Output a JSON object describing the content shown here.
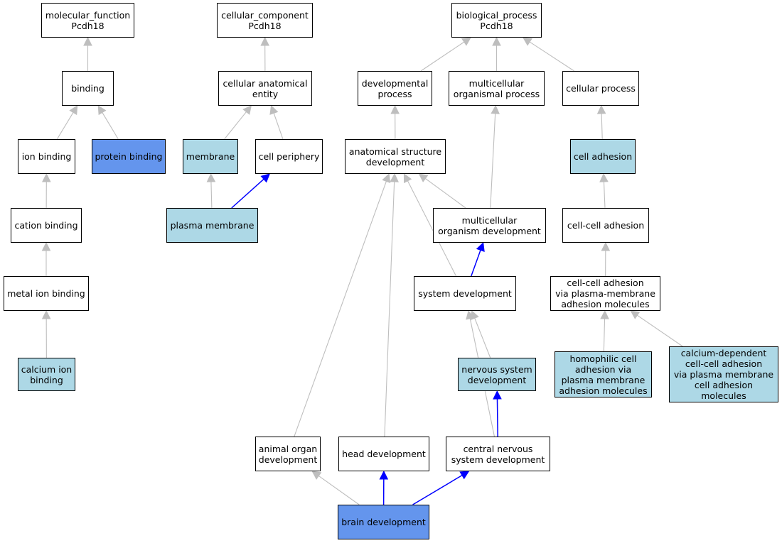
{
  "colors": {
    "gray_edge": "#bebebe",
    "blue_edge": "#0000ff",
    "highlight_light": "#add8e6",
    "highlight_dark": "#6495ed",
    "default_fill": "#ffffff"
  },
  "nodes": {
    "molecular_function": {
      "label": "molecular_function\nPcdh18",
      "style": "white"
    },
    "cellular_component": {
      "label": "cellular_component\nPcdh18",
      "style": "white"
    },
    "biological_process": {
      "label": "biological_process\nPcdh18",
      "style": "white"
    },
    "binding": {
      "label": "binding",
      "style": "white"
    },
    "cellular_anatomical_entity": {
      "label": "cellular anatomical\nentity",
      "style": "white"
    },
    "developmental_process": {
      "label": "developmental\nprocess",
      "style": "white"
    },
    "multicellular_organismal_process": {
      "label": "multicellular\norganismal process",
      "style": "white"
    },
    "cellular_process": {
      "label": "cellular process",
      "style": "white"
    },
    "ion_binding": {
      "label": "ion binding",
      "style": "white"
    },
    "protein_binding": {
      "label": "protein binding",
      "style": "dark"
    },
    "membrane": {
      "label": "membrane",
      "style": "light"
    },
    "cell_periphery": {
      "label": "cell periphery",
      "style": "white"
    },
    "anatomical_structure_development": {
      "label": "anatomical structure\ndevelopment",
      "style": "white"
    },
    "cell_adhesion": {
      "label": "cell adhesion",
      "style": "light"
    },
    "cation_binding": {
      "label": "cation binding",
      "style": "white"
    },
    "plasma_membrane": {
      "label": "plasma membrane",
      "style": "light"
    },
    "multicellular_organism_development": {
      "label": "multicellular\norganism development",
      "style": "white"
    },
    "cell_cell_adhesion": {
      "label": "cell-cell adhesion",
      "style": "white"
    },
    "metal_ion_binding": {
      "label": "metal ion binding",
      "style": "white"
    },
    "system_development": {
      "label": "system development",
      "style": "white"
    },
    "cell_cell_adhesion_via_pm": {
      "label": "cell-cell adhesion\nvia plasma-membrane\nadhesion molecules",
      "style": "white"
    },
    "calcium_ion_binding": {
      "label": "calcium ion\nbinding",
      "style": "light"
    },
    "nervous_system_development": {
      "label": "nervous system\ndevelopment",
      "style": "light"
    },
    "homophilic_cell_adhesion": {
      "label": "homophilic cell\nadhesion via\nplasma membrane\nadhesion molecules",
      "style": "light"
    },
    "calcium_dependent_adhesion": {
      "label": "calcium-dependent\ncell-cell adhesion\nvia plasma membrane\ncell adhesion\nmolecules",
      "style": "light"
    },
    "animal_organ_development": {
      "label": "animal organ\ndevelopment",
      "style": "white"
    },
    "head_development": {
      "label": "head development",
      "style": "white"
    },
    "central_nervous_system_development": {
      "label": "central nervous\nsystem development",
      "style": "white"
    },
    "brain_development": {
      "label": "brain development",
      "style": "dark"
    }
  },
  "edges": [
    {
      "from": "binding",
      "to": "molecular_function",
      "color": "gray"
    },
    {
      "from": "ion_binding",
      "to": "binding",
      "color": "gray"
    },
    {
      "from": "protein_binding",
      "to": "binding",
      "color": "gray"
    },
    {
      "from": "cation_binding",
      "to": "ion_binding",
      "color": "gray"
    },
    {
      "from": "metal_ion_binding",
      "to": "cation_binding",
      "color": "gray"
    },
    {
      "from": "calcium_ion_binding",
      "to": "metal_ion_binding",
      "color": "gray"
    },
    {
      "from": "cellular_anatomical_entity",
      "to": "cellular_component",
      "color": "gray"
    },
    {
      "from": "membrane",
      "to": "cellular_anatomical_entity",
      "color": "gray"
    },
    {
      "from": "cell_periphery",
      "to": "cellular_anatomical_entity",
      "color": "gray"
    },
    {
      "from": "plasma_membrane",
      "to": "membrane",
      "color": "gray"
    },
    {
      "from": "plasma_membrane",
      "to": "cell_periphery",
      "color": "blue"
    },
    {
      "from": "developmental_process",
      "to": "biological_process",
      "color": "gray"
    },
    {
      "from": "multicellular_organismal_process",
      "to": "biological_process",
      "color": "gray"
    },
    {
      "from": "cellular_process",
      "to": "biological_process",
      "color": "gray"
    },
    {
      "from": "anatomical_structure_development",
      "to": "developmental_process",
      "color": "gray"
    },
    {
      "from": "multicellular_organism_development",
      "to": "anatomical_structure_development",
      "color": "gray"
    },
    {
      "from": "multicellular_organism_development",
      "to": "multicellular_organismal_process",
      "color": "gray"
    },
    {
      "from": "system_development",
      "to": "anatomical_structure_development",
      "color": "gray"
    },
    {
      "from": "system_development",
      "to": "multicellular_organism_development",
      "color": "blue"
    },
    {
      "from": "nervous_system_development",
      "to": "system_development",
      "color": "gray"
    },
    {
      "from": "central_nervous_system_development",
      "to": "nervous_system_development",
      "color": "blue"
    },
    {
      "from": "central_nervous_system_development",
      "to": "system_development",
      "color": "gray"
    },
    {
      "from": "animal_organ_development",
      "to": "anatomical_structure_development",
      "color": "gray"
    },
    {
      "from": "head_development",
      "to": "anatomical_structure_development",
      "color": "gray"
    },
    {
      "from": "brain_development",
      "to": "animal_organ_development",
      "color": "gray"
    },
    {
      "from": "brain_development",
      "to": "head_development",
      "color": "blue"
    },
    {
      "from": "brain_development",
      "to": "central_nervous_system_development",
      "color": "blue"
    },
    {
      "from": "cell_adhesion",
      "to": "cellular_process",
      "color": "gray"
    },
    {
      "from": "cell_cell_adhesion",
      "to": "cell_adhesion",
      "color": "gray"
    },
    {
      "from": "cell_cell_adhesion_via_pm",
      "to": "cell_cell_adhesion",
      "color": "gray"
    },
    {
      "from": "homophilic_cell_adhesion",
      "to": "cell_cell_adhesion_via_pm",
      "color": "gray"
    },
    {
      "from": "calcium_dependent_adhesion",
      "to": "cell_cell_adhesion_via_pm",
      "color": "gray"
    }
  ]
}
